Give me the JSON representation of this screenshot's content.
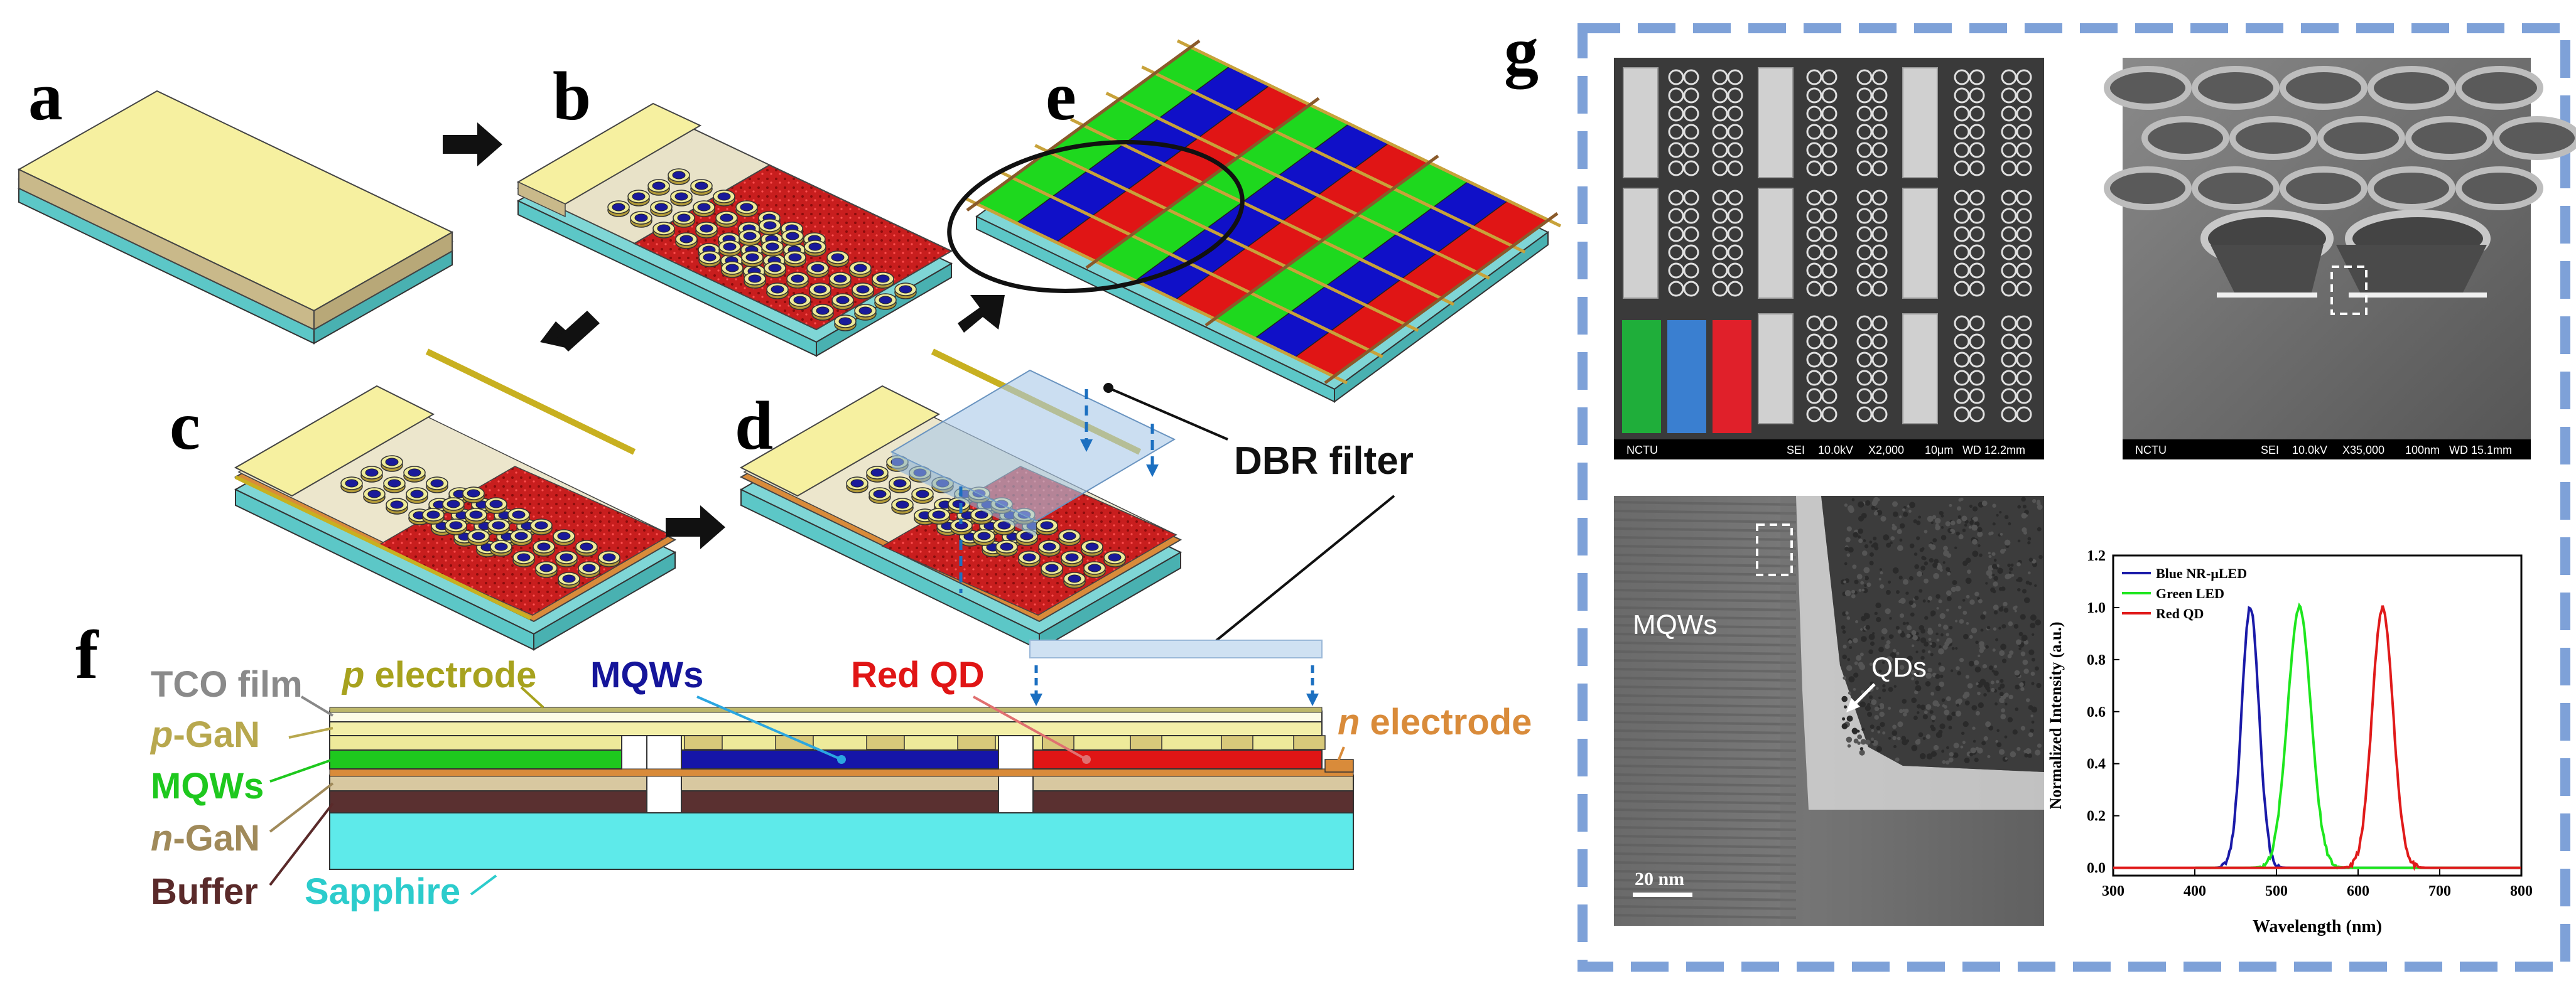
{
  "panel_letters": {
    "a": "a",
    "b": "b",
    "c": "c",
    "d": "d",
    "e": "e",
    "f": "f",
    "g": "g"
  },
  "dbr_label": "DBR filter",
  "cross_section": {
    "tco": "TCO film",
    "p_electrode_italic": "p",
    "p_electrode_rest": " electrode",
    "p_gan_italic": "p",
    "p_gan_rest": "-GaN",
    "mqws_left": "MQWs",
    "n_gan_italic": "n",
    "n_gan_rest": "-GaN",
    "buffer": "Buffer",
    "sapphire": "Sapphire",
    "mqws_center": "MQWs",
    "red_qd": "Red QD",
    "n_electrode_italic": "n",
    "n_electrode_rest": " electrode"
  },
  "sem1": {
    "footer": [
      "NCTU",
      "SEI",
      "10.0kV",
      "X2,000",
      "10μm",
      "WD 12.2mm"
    ]
  },
  "sem2": {
    "footer": [
      "NCTU",
      "SEI",
      "10.0kV",
      "X35,000",
      "100nm",
      "WD 15.1mm"
    ]
  },
  "tem": {
    "mqws": "MQWs",
    "qds": "QDs",
    "scale": "20 nm"
  },
  "chart_data": {
    "type": "line",
    "xlabel": "Wavelength (nm)",
    "ylabel": "Normalized Intensity (a.u.)",
    "xlim": [
      300,
      800
    ],
    "ylim": [
      -0.03,
      1.2
    ],
    "xticks": [
      "300",
      "400",
      "500",
      "600",
      "700",
      "800"
    ],
    "yticks": [
      "0.0",
      "0.2",
      "0.4",
      "0.6",
      "0.8",
      "1.0",
      "1.2"
    ],
    "legend_position": "top-left",
    "series": [
      {
        "name": "Blue NR-μLED",
        "color": "#1a1aa8",
        "peak": 468,
        "fwhm": 25,
        "x": [
          400,
          430,
          445,
          455,
          462,
          468,
          474,
          481,
          490,
          500,
          520,
          600,
          800
        ],
        "y": [
          0.0,
          0.02,
          0.18,
          0.5,
          0.85,
          1.0,
          0.85,
          0.5,
          0.15,
          0.04,
          0.01,
          0.0,
          0.0
        ]
      },
      {
        "name": "Green LED",
        "color": "#1ee61e",
        "peak": 528,
        "fwhm": 34,
        "x": [
          400,
          460,
          490,
          505,
          515,
          528,
          541,
          551,
          566,
          590,
          620,
          800
        ],
        "y": [
          0.0,
          0.02,
          0.15,
          0.45,
          0.8,
          1.0,
          0.8,
          0.45,
          0.15,
          0.03,
          0.0,
          0.0
        ]
      },
      {
        "name": "Red QD",
        "color": "#e01a1a",
        "peak": 630,
        "fwhm": 30,
        "x": [
          300,
          570,
          595,
          610,
          620,
          630,
          640,
          650,
          665,
          690,
          800
        ],
        "y": [
          0.0,
          0.0,
          0.12,
          0.45,
          0.82,
          1.0,
          0.82,
          0.45,
          0.12,
          0.02,
          0.0
        ]
      }
    ]
  }
}
